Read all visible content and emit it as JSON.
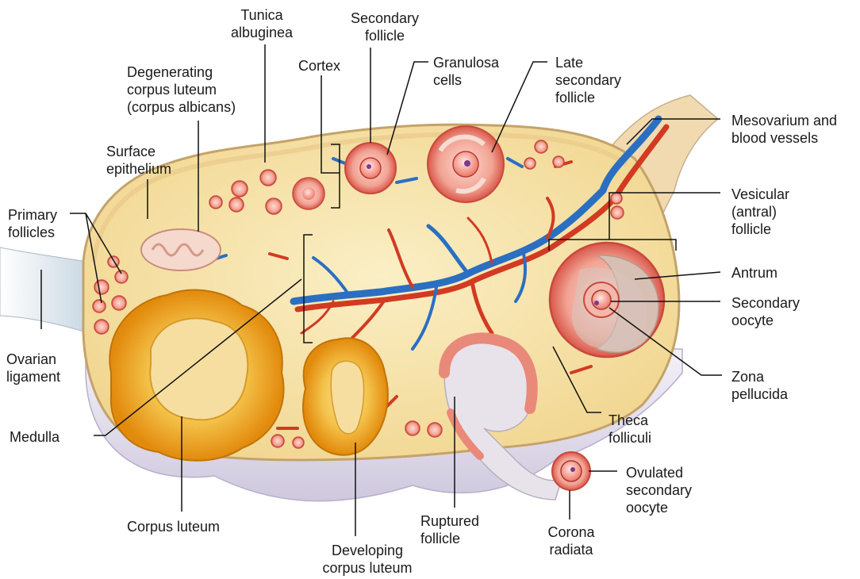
{
  "labels": {
    "tunica_albuginea": "Tunica\nalbuginea",
    "secondary_follicle": "Secondary\nfollicle",
    "cortex": "Cortex",
    "granulosa_cells": "Granulosa\ncells",
    "late_secondary_follicle": "Late\nsecondary\nfollicle",
    "degenerating_corpus_luteum": "Degenerating\ncorpus luteum\n(corpus albicans)",
    "mesovarium": "Mesovarium and\nblood vessels",
    "surface_epithelium": "Surface\nepithelium",
    "primary_follicles": "Primary\nfollicles",
    "vesicular_follicle": "Vesicular\n(antral)\nfollicle",
    "antrum": "Antrum",
    "secondary_oocyte": "Secondary\noocyte",
    "ovarian_ligament": "Ovarian\nligament",
    "zona_pellucida": "Zona\npellucida",
    "theca_folliculi": "Theca\nfolliculi",
    "medulla": "Medulla",
    "ovulated_secondary_oocyte": "Ovulated\nsecondary\noocyte",
    "corpus_luteum": "Corpus luteum",
    "ruptured_follicle": "Ruptured\nfollicle",
    "corona_radiata": "Corona\nradiata",
    "developing_corpus_luteum": "Developing\ncorpus luteum"
  },
  "colors": {
    "stroma": "#f7e3a6",
    "capsule": "#e7d2a6",
    "follicle_pink": "#f19f92",
    "follicle_dark": "#d9574a",
    "corpus_yellow": "#f2a516",
    "corpus_inner": "#f7dc8e",
    "artery": "#d23a22",
    "vein": "#2a6fc2",
    "ligament": "#dfe9f0",
    "leader": "#111111"
  }
}
